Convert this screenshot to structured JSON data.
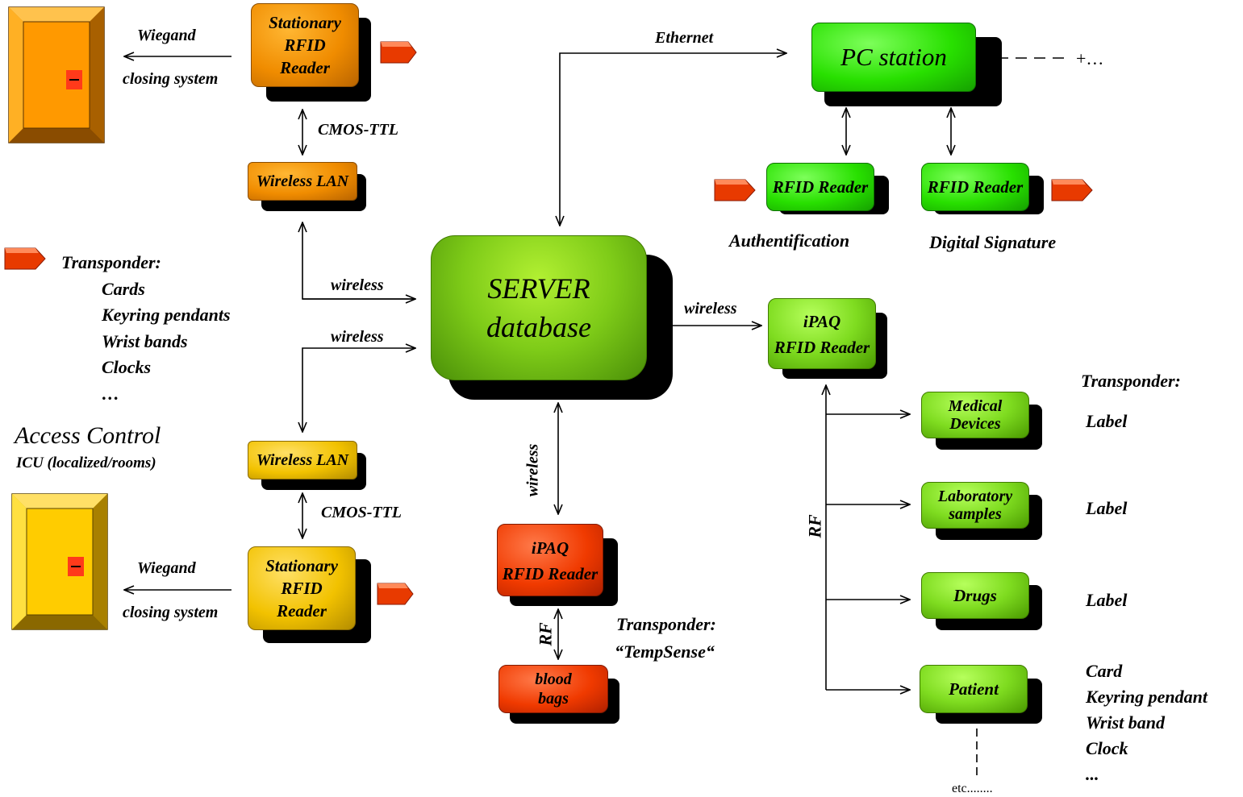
{
  "colors": {
    "orange": "#f08c00",
    "yellow": "#f2c200",
    "green": "#28e000",
    "lime": "#7fdc20",
    "red": "#f03a00",
    "server": "#7ecb18",
    "transponder": "#e83a00"
  },
  "nodes": {
    "server_title": "SERVER",
    "server_subtitle": "database",
    "pc_station": "PC station",
    "pc_extra": "+…",
    "rfid_auth": "RFID Reader",
    "rfid_sign": "RFID Reader",
    "auth_caption": "Authentification",
    "sign_caption": "Digital Signature",
    "stationary_top_lines": [
      "Stationary",
      "RFID",
      "Reader"
    ],
    "stationary_bottom_lines": [
      "Stationary",
      "RFID",
      "Reader"
    ],
    "wlan_top": "Wireless LAN",
    "wlan_bottom": "Wireless LAN",
    "ipaq_right_lines": [
      "iPAQ",
      "RFID Reader"
    ],
    "ipaq_bottom_lines": [
      "iPAQ",
      "RFID Reader"
    ],
    "blood_lines": [
      "blood",
      "bags"
    ],
    "medical_lines": [
      "Medical",
      "Devices"
    ],
    "lab_lines": [
      "Laboratory",
      "samples"
    ],
    "drugs": "Drugs",
    "patient": "Patient"
  },
  "labels": {
    "ethernet": "Ethernet",
    "wiegand_top": "Wiegand",
    "closing_top": "closing system",
    "cmos_top": "CMOS-TTL",
    "wiegand_bottom": "Wiegand",
    "closing_bottom": "closing system",
    "cmos_bottom": "CMOS-TTL",
    "wireless_1": "wireless",
    "wireless_2": "wireless",
    "wireless_3": "wireless",
    "wireless_4": "wireless",
    "rf_left": "RF",
    "rf_bottom": "RF",
    "pc_dashes": "- - - -",
    "etc": "etc........",
    "access_control": "Access Control",
    "icu": "ICU (localized/rooms)"
  },
  "left_transponder": {
    "heading": "Transponder:",
    "items": [
      "Cards",
      "Keyring pendants",
      "Wrist bands",
      "Clocks",
      "…"
    ]
  },
  "bottom_transponder": {
    "heading": "Transponder:",
    "name": "“TempSense“"
  },
  "right_transponder": {
    "heading": "Transponder:",
    "labels": [
      "Label",
      "Label",
      "Label"
    ],
    "patient_items": [
      "Card",
      "Keyring pendant",
      "Wrist band",
      "Clock",
      "..."
    ]
  }
}
